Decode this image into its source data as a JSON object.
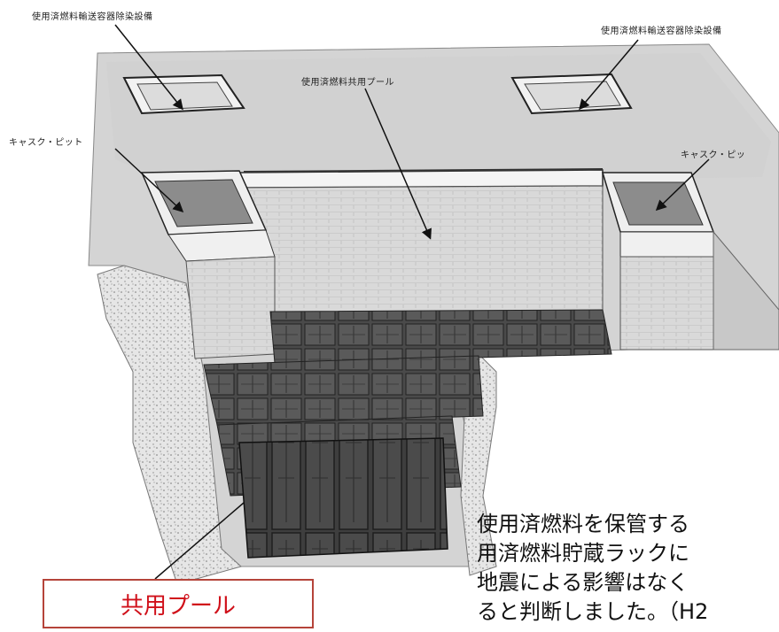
{
  "labels": {
    "decontam_left": "使用済燃料輸送容器除染設備",
    "decontam_right": "使用済燃料輸送容器除染設備",
    "cask_pit_left": "キャスク・ピット",
    "cask_pit_right": "キャスク・ピッ",
    "common_pool": "使用済燃料共用プール"
  },
  "callout": {
    "label": "共用プール",
    "border_color": "#b5443a",
    "text_color": "#d0101a"
  },
  "body_text": {
    "line1": "使用済燃料を保管する",
    "line2": "用済燃料貯蔵ラックに",
    "line3": "地震による影響はなく",
    "line4": "ると判断しました。（H2"
  }
}
